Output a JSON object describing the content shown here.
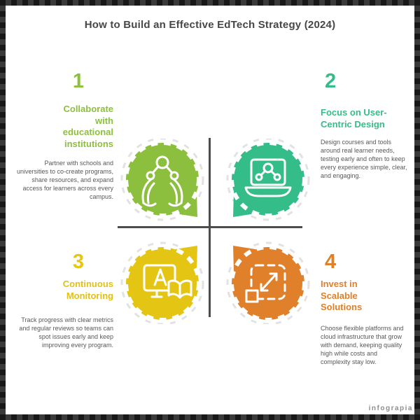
{
  "title": "How to Build an Effective EdTech Strategy (2024)",
  "watermark": "infograpia",
  "colors": {
    "section1_green": "#8dbf3f",
    "section2_teal": "#35bd89",
    "section3_yellow": "#e4c514",
    "section4_orange": "#e0802a",
    "text_gray": "#575859",
    "cross_gray": "#4d4d4d"
  },
  "sections": [
    {
      "number": "1",
      "heading": "Collaborate\nwith\neducational\ninstitutions",
      "body": "Partner with schools and universities to co-create programs, share resources, and expand access for learners across every campus.",
      "icon": "hands-network-icon"
    },
    {
      "number": "2",
      "heading": "Focus on User-\nCentric Design",
      "body": "Design courses and tools around real learner needs, testing early and often to keep every experience simple, clear, and engaging.",
      "icon": "laptop-network-icon"
    },
    {
      "number": "3",
      "heading": "Continuous\nMonitoring",
      "body": "Track progress with clear metrics and regular reviews so teams can spot issues early and keep improving every program.",
      "icon": "screen-translation-icon"
    },
    {
      "number": "4",
      "heading": "Invest in\nScalable\nSolutions",
      "body": "Choose flexible platforms and cloud infrastructure that grow with demand, keeping quality high while costs and complexity stay low.",
      "icon": "scale-expand-icon"
    }
  ]
}
